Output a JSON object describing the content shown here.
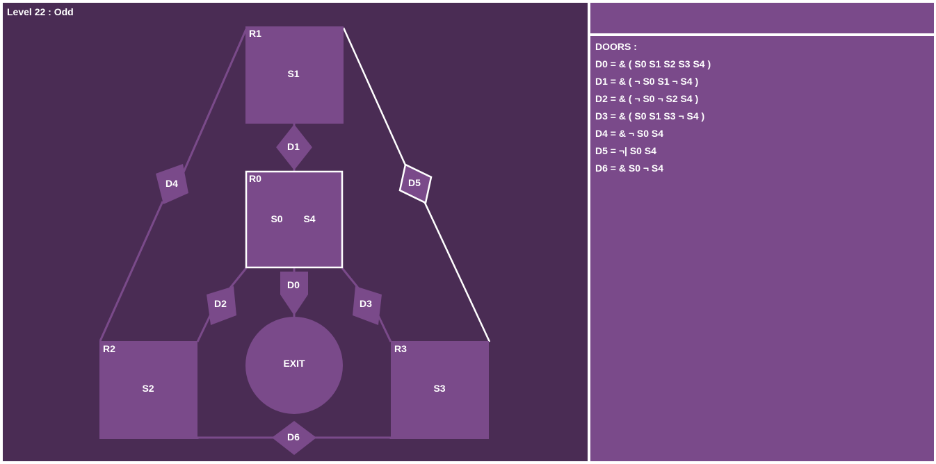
{
  "level_title": "Level 22 : Odd",
  "colors": {
    "background": "#4a2c54",
    "room_fill": "#7a4a8a",
    "wire": "#7a4a8a",
    "highlight": "#ffffff",
    "panel": "#7a4a8a"
  },
  "rooms": {
    "r0": {
      "label": "R0",
      "switches": [
        "S0",
        "S4"
      ]
    },
    "r1": {
      "label": "R1",
      "switches": [
        "S1"
      ]
    },
    "r2": {
      "label": "R2",
      "switches": [
        "S2"
      ]
    },
    "r3": {
      "label": "R3",
      "switches": [
        "S3"
      ]
    }
  },
  "exit_label": "EXIT",
  "doors": {
    "d0": "D0",
    "d1": "D1",
    "d2": "D2",
    "d3": "D3",
    "d4": "D4",
    "d5": "D5",
    "d6": "D6"
  },
  "sidebar": {
    "heading": "DOORS :",
    "rules": [
      "D0 = & ( S0 S1 S2 S3 S4 )",
      "D1 = & ( ¬ S0 S1 ¬ S4 )",
      "D2 = & ( ¬ S0 ¬ S2 S4 )",
      "D3 = & ( S0 S1 S3 ¬ S4 )",
      "D4 = & ¬ S0 S4",
      "D5 = ¬| S0 S4",
      "D6 = & S0 ¬ S4"
    ]
  }
}
